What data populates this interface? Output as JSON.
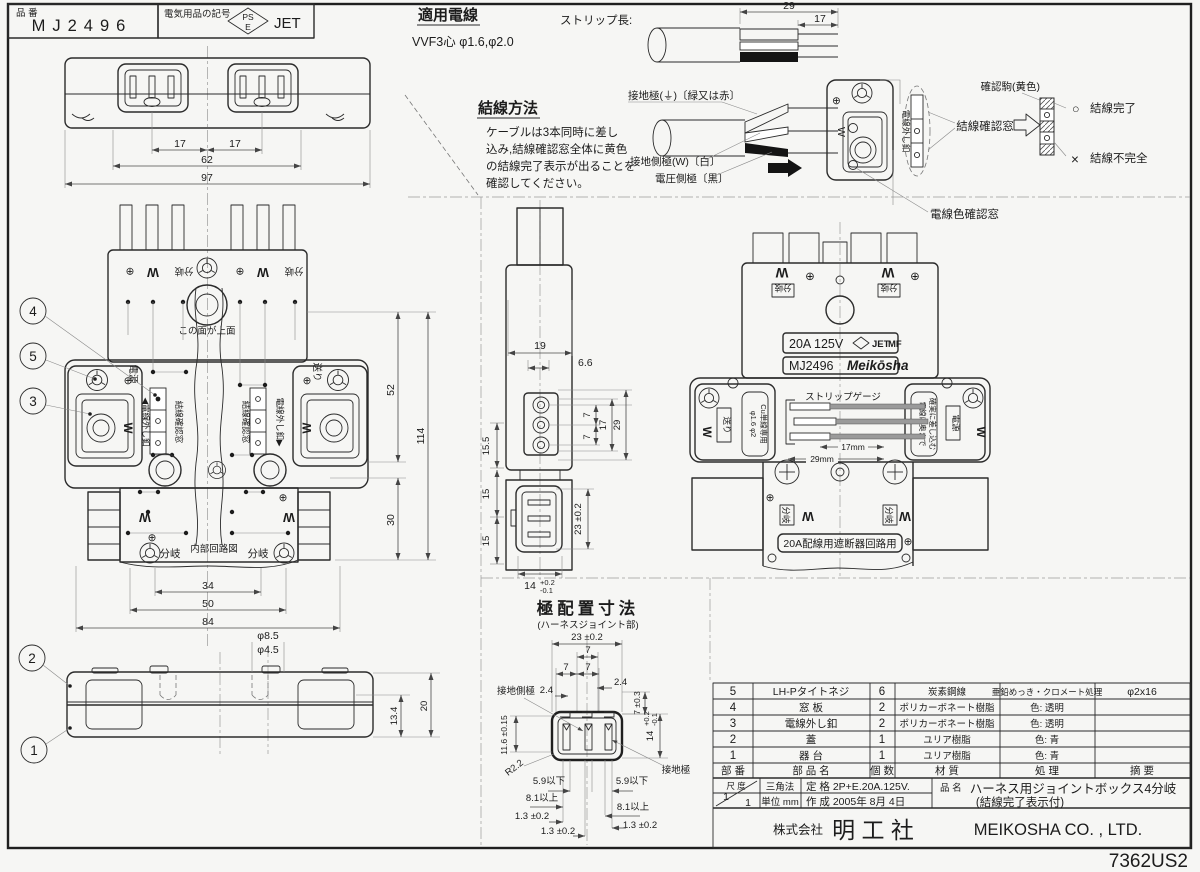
{
  "doc": {
    "number": "7362US2"
  },
  "header": {
    "part_label": "品 番",
    "part_no": "MJ2496",
    "mark_label": "電気用品の記号",
    "pse_top": "PS",
    "pse_bottom": "E",
    "jet": "JET"
  },
  "notes": {
    "wire_title": "適用電線",
    "wire_spec": "VVF3心 φ1.6,φ2.0",
    "method_title": "結線方法",
    "method_line1": "ケーブルは3本同時に差し",
    "method_line2": "込み,結線確認窓全体に黄色",
    "method_line3": "の結線完了表示が出ることを",
    "method_line4": "確認してください。",
    "strip_label": "ストリップ長:",
    "d29": "29",
    "d17": "17",
    "earth": "接地極(⏚)〔緑又は赤〕",
    "neutral": "接地側極(W)〔白〕",
    "live": "電圧側極〔黒〕"
  },
  "confirm": {
    "piece": "確認駒(黄色)",
    "ok_sym": "○",
    "ok": "結線完了",
    "ng_sym": "×",
    "ng": "結線不完全",
    "window": "結線確認窓",
    "color_window": "電線色確認窓",
    "release": "電線外し釦",
    "w": "W",
    "plus": "⊕"
  },
  "top_view": {
    "d17a": "17",
    "d17b": "17",
    "d62": "62",
    "d97": "97"
  },
  "front": {
    "plus_a": "⊕",
    "w_a": "W",
    "branch_a": "分岐",
    "plus_b": "⊕",
    "w_b": "W",
    "branch_b": "分岐",
    "face_note": "この面が上面",
    "power": "電源",
    "feed": "送り",
    "release_l": "◀電線外し釦",
    "confirm_l": "結線確認窓",
    "confirm_r": "結線確認窓",
    "release_r": "電線外し釦▶",
    "w_l": "W",
    "w_r": "W",
    "w_bl": "W",
    "w_br": "W",
    "plus_l": "⊕",
    "plus_r": "⊕",
    "plus_bl": "⊕",
    "plus_br": "⊕",
    "branch_l": "分岐",
    "branch_r": "分岐",
    "circuit": "内部回路図",
    "d52": "52",
    "d114": "114",
    "d30": "30",
    "d34": "34",
    "d50": "50",
    "d84": "84",
    "dia1": "φ8.5",
    "dia2": "φ4.5",
    "d134": "13.4",
    "d20": "20",
    "c1": "1",
    "c2": "2",
    "c3": "3",
    "c4": "4",
    "c5": "5"
  },
  "side": {
    "d19": "19",
    "d66": "6.6",
    "d155": "15.5",
    "d15a": "15",
    "d15b": "15",
    "d7a": "7",
    "d7b": "7",
    "d17": "17",
    "d29": "29",
    "d23": "23 ±0.2",
    "d14": "14",
    "d14p": "+0.2",
    "d14m": "-0.1"
  },
  "rear": {
    "w_a": "W",
    "plus_a": "⊕",
    "branch_a": "分岐",
    "w_b": "W",
    "plus_b": "⊕",
    "branch_b": "分岐",
    "rating": "20A 125V",
    "jet": "JET",
    "mf": "MF",
    "model": "MJ2496",
    "logo": "Meikōsha",
    "gauge": "ストリップゲージ",
    "d17mm": "17mm",
    "d29mm": "29mm",
    "feed": "送り",
    "wire_note_1": "φ1.6 φ2",
    "wire_note_2": "Cu単線専用",
    "insert_1": "電線は奥まで",
    "insert_2": "確実に差し込む",
    "power": "電源",
    "w_l": "W",
    "w_r": "W",
    "w_c": "W",
    "plus_c": "⊕",
    "branch_c": "分岐",
    "w_d": "W",
    "plus_d": "⊕",
    "branch_d": "分岐",
    "breaker": "20A配線用遮断器回路用"
  },
  "pole": {
    "title": "極配置寸法",
    "subtitle": "(ハーネスジョイント部)",
    "d23": "23 ±0.2",
    "d7t": "7",
    "d7l": "7",
    "d7r": "7",
    "d24l": "2.4",
    "d24r": "2.4",
    "d7v": "7 ±0.3",
    "d116": "11.6 ±0.15",
    "d14": "14",
    "d14p": "+0.2",
    "d14m": "-0.1",
    "r22": "R2.2",
    "le_a": "5.9以下",
    "le_b": "5.9以下",
    "ge_a": "8.1以上",
    "ge_b": "8.1以上",
    "d13a": "1.3 ±0.2",
    "d13b": "1.3 ±0.2",
    "d13c": "1.3 ±0.2",
    "earth_side": "接地側極",
    "earth": "接地極"
  },
  "table": {
    "headers": [
      "部 番",
      "部 品 名",
      "個 数",
      "材  質",
      "処  理",
      "摘  要"
    ],
    "rows": [
      [
        "5",
        "LH-Pタイトネジ",
        "6",
        "炭素鋼線",
        "亜鉛めっき・クロメート処理",
        "φ2x16"
      ],
      [
        "4",
        "窓  板",
        "2",
        "ポリカーボネート樹脂",
        "色: 透明",
        ""
      ],
      [
        "3",
        "電線外し釦",
        "2",
        "ポリカーボネート樹脂",
        "色: 透明",
        ""
      ],
      [
        "2",
        "蓋",
        "1",
        "ユリア樹脂",
        "色: 青",
        ""
      ],
      [
        "1",
        "器  台",
        "1",
        "ユリア樹脂",
        "色: 青",
        ""
      ]
    ]
  },
  "title_block": {
    "scale_label": "尺 度",
    "scale_num": "1",
    "scale_den": "1",
    "method": "三角法",
    "unit": "単位 mm",
    "rating": "定 格 2P+E.20A.125V.",
    "date": "作 成 2005年 8月 4日",
    "name_label": "品 名",
    "name_1": "ハーネス用ジョイントボックス4分岐",
    "name_2": "(結線完了表示付)",
    "company_prefix": "株式会社",
    "company": "明 工 社",
    "company_en": "MEIKOSHA CO. , LTD."
  }
}
